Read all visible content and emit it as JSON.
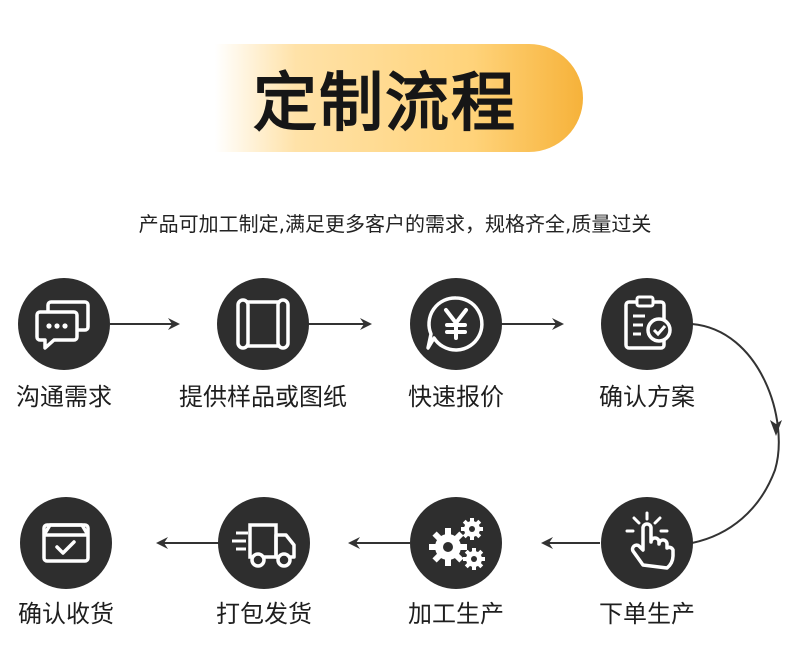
{
  "title": "定制流程",
  "subtitle": "产品可加工制定,满足更多客户的需求，规格齐全,质量过关",
  "steps": [
    {
      "label": "沟通需求",
      "icon": "chat-icon"
    },
    {
      "label": "提供样品或图纸",
      "icon": "scroll-icon"
    },
    {
      "label": "快速报价",
      "icon": "yen-icon"
    },
    {
      "label": "确认方案",
      "icon": "clipboard-check-icon"
    },
    {
      "label": "下单生产",
      "icon": "hand-tap-icon"
    },
    {
      "label": "加工生产",
      "icon": "gears-icon"
    },
    {
      "label": "打包发货",
      "icon": "delivery-truck-icon"
    },
    {
      "label": "确认收货",
      "icon": "box-check-icon"
    }
  ],
  "colors": {
    "icon_bg": "#2e2e2e",
    "banner": "#ffd37a",
    "line": "#333333"
  }
}
